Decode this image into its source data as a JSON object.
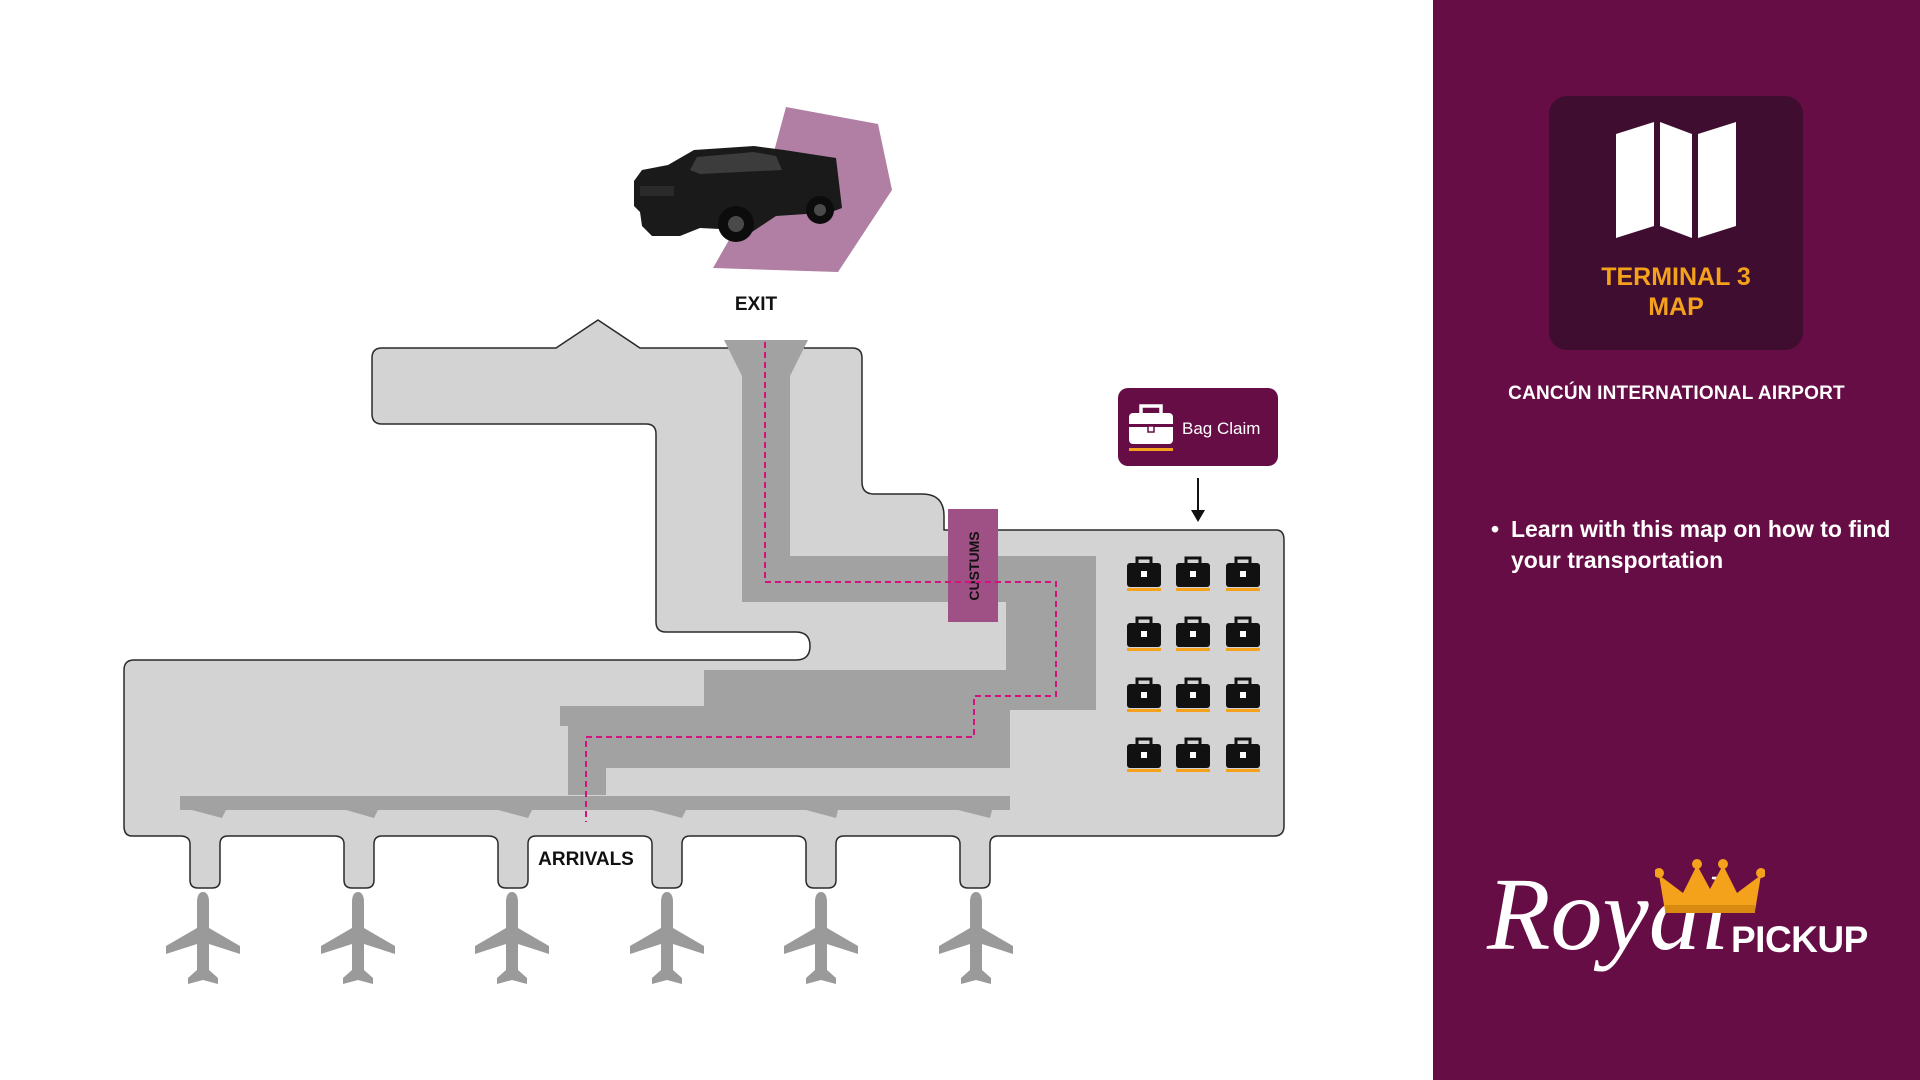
{
  "map": {
    "exit_label": "EXIT",
    "arrivals_label": "ARRIVALS",
    "customs_label": "CUSTUMS",
    "bag_claim_label": "Bag Claim",
    "icons": {
      "vehicle": "suv-icon",
      "plane": "airplane-icon",
      "luggage": "suitcase-icon",
      "bag_claim": "suitcase-icon",
      "arrow": "arrow-down-icon"
    },
    "gates_count": 6,
    "luggage_belts": 12
  },
  "panel": {
    "map_card_title_line1": "TERMINAL 3",
    "map_card_title_line2": "MAP",
    "card_icon": "folded-map-icon",
    "airport_name": "CANCÚN INTERNATIONAL AIRPORT",
    "bullet_marker": "•",
    "bullet_text": "Learn with this map on how to find your transportation"
  },
  "logo": {
    "royal": "Royal",
    "pickup": "PICKUP",
    "crown_icon": "crown-icon"
  },
  "colors": {
    "panel_bg": "#670d45",
    "card_bg": "#3e0d2f",
    "accent_gold": "#f4a11b",
    "floor_light": "#d3d3d3",
    "floor_dark": "#a2a2a2",
    "plane_gray": "#9a9a9a",
    "route_pink": "#d6127e",
    "customs_purple": "#9f5084",
    "highlight_mauve": "#b07fa3"
  }
}
